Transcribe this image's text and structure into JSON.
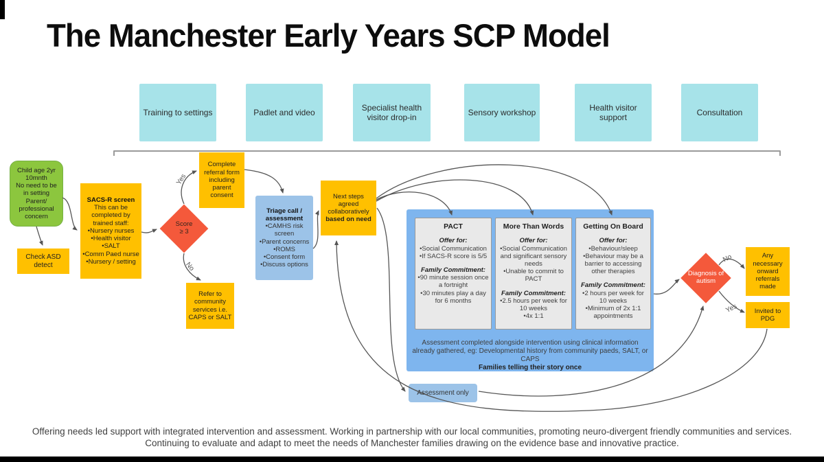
{
  "title": "The Manchester Early Years SCP Model",
  "labels": {
    "yes": "Yes",
    "no": "No"
  },
  "colors": {
    "cyan": "#A7E3E9",
    "green": "#8CC63E",
    "yellow": "#FFC000",
    "orange_diamond": "#F4593B",
    "light_blue": "#9CC3E8",
    "container_blue": "#7EB5EE",
    "card_gray": "#E9E9E9"
  },
  "support_services": [
    {
      "label": "Training to settings"
    },
    {
      "label": "Padlet and video"
    },
    {
      "label": "Specialist health visitor drop-in"
    },
    {
      "label": "Sensory workshop"
    },
    {
      "label": "Health visitor support"
    },
    {
      "label": "Consultation"
    }
  ],
  "flow": {
    "referral_source": {
      "lines": [
        "Child age 2yr 10mnth",
        "No need to be in setting",
        "Parent/ professional concern"
      ]
    },
    "asd_detect": {
      "text": "Check ASD detect"
    },
    "sacs_r": {
      "title": "SACS-R screen",
      "body": "This can be completed by trained staff:",
      "items": [
        "Nursery nurses",
        "Health visitor",
        "SALT",
        "Comm Paed nurse",
        "Nursery / setting"
      ]
    },
    "score_gate": {
      "line1": "Score",
      "line2": "≥ 3"
    },
    "referral_form": {
      "text": "Complete referral form including parent consent"
    },
    "community_referral": {
      "text": "Refer to community services i.e. CAPS or SALT"
    },
    "triage": {
      "title": "Triage call / assessment",
      "items": [
        "CAMHS risk screen",
        "Parent concerns",
        "ROMS",
        "Consent form",
        "Discuss options"
      ]
    },
    "next_steps": {
      "text1": "Next steps agreed collaboratively",
      "text2": "based on need"
    },
    "programs": [
      {
        "title": "PACT",
        "offer_label": "Offer for:",
        "offer": [
          "Social Communication",
          "If SACS-R score is 5/5"
        ],
        "commitment_label": "Family Commitment:",
        "commitment": [
          "90 minute session once a fortnight",
          "30 minutes play a day for 6 months"
        ]
      },
      {
        "title": "More Than Words",
        "offer_label": "Offer for:",
        "offer": [
          "Social Communication and significant sensory needs",
          "Unable to commit to PACT"
        ],
        "commitment_label": "Family Commitment:",
        "commitment": [
          "2.5 hours per week for 10 weeks",
          "4x 1:1"
        ]
      },
      {
        "title": "Getting On Board",
        "offer_label": "Offer for:",
        "offer": [
          "Behaviour/sleep",
          "Behaviour may be a barrier to accessing other therapies"
        ],
        "commitment_label": "Family Commitment:",
        "commitment": [
          "2 hours per week for 10 weeks",
          "Minimum of 2x 1:1 appointments"
        ]
      }
    ],
    "assessment_note": {
      "text": "Assessment completed alongside intervention using clinical information already gathered, eg: Developmental history from community paeds, SALT, or CAPS",
      "bold": "Families telling their story once"
    },
    "assessment_only": {
      "text": "Assessment only"
    },
    "diagnosis_gate": {
      "text": "Diagnosis of autism"
    },
    "outcome_no": {
      "text": "Any necessary onward referrals made"
    },
    "outcome_yes": {
      "text": "Invited to PDG"
    }
  },
  "footer": {
    "line1": "Offering needs led support with integrated intervention and assessment.  Working in partnership with our local communities, promoting neuro-divergent friendly communities and services.",
    "line2": "Continuing to evaluate and adapt to meet the needs of Manchester families drawing on the evidence base and innovative practice."
  }
}
